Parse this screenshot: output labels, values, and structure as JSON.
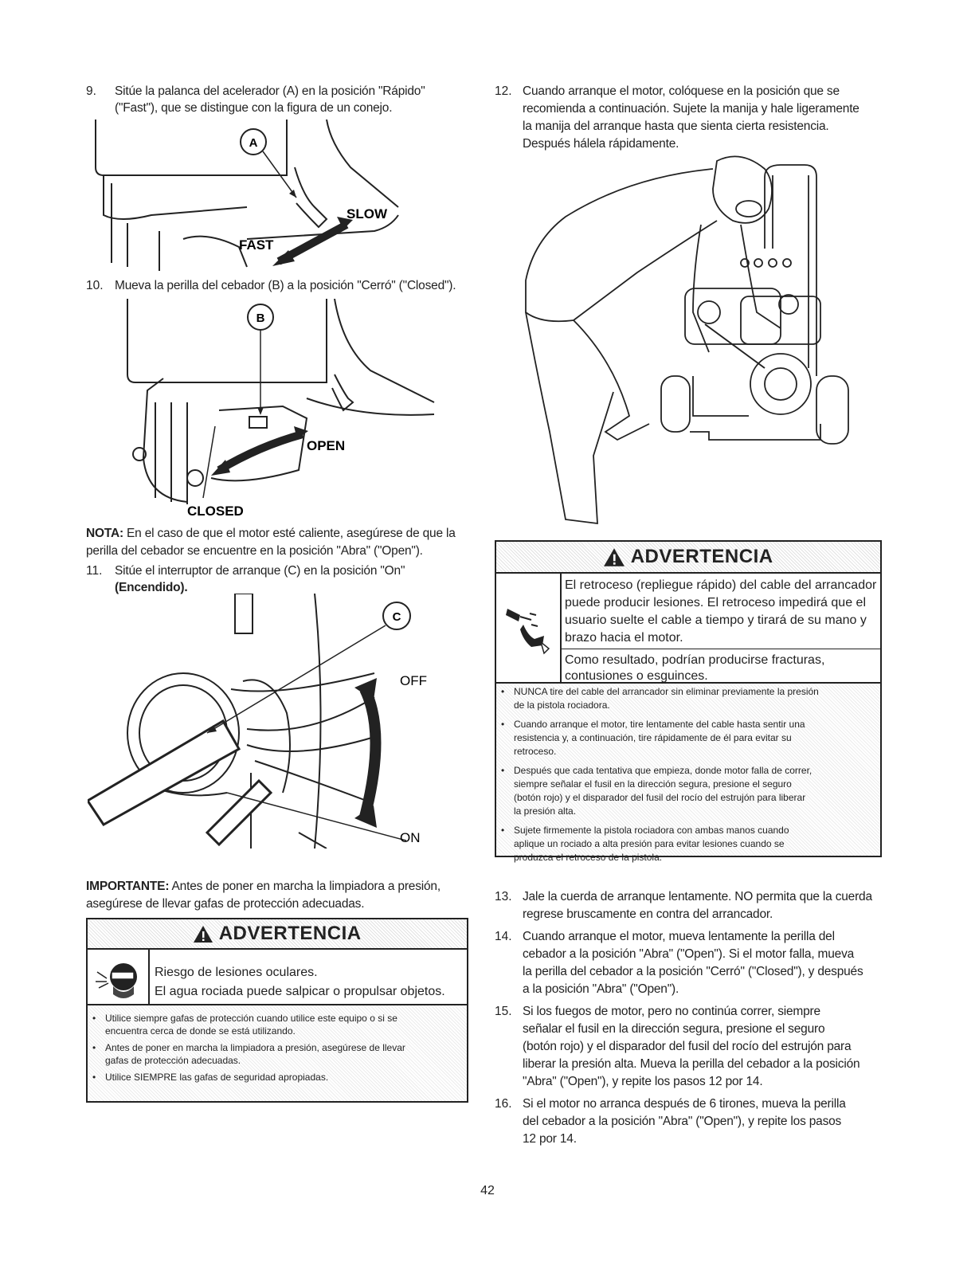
{
  "left": {
    "step9": {
      "num": "9.",
      "l1": "Sitúe la palanca del acelerador (A) en la posición \"Rápido\"",
      "l2": "(\"Fast\"), que se distingue con la figura de un conejo."
    },
    "fig_a": {
      "callout": "A",
      "slow": "SLOW",
      "fast": "FAST"
    },
    "step10": {
      "num": "10.",
      "l1": "Mueva la perilla del cebador (B) a la posición \"Cerró\" (\"Closed\")."
    },
    "fig_b": {
      "callout": "B",
      "open": "OPEN",
      "closed": "CLOSED"
    },
    "nota": {
      "label": "NOTA:",
      "l1": " En el caso de que el motor esté caliente, asegúrese de que la",
      "l2": "perilla del cebador se encuentre en la posición \"Abra\" (\"Open\")."
    },
    "step11": {
      "num": "11.",
      "l1": "Sitúe el interruptor de arranque (C) en la posición \"On\"",
      "l2": "(Encendido)."
    },
    "fig_c": {
      "callout": "C",
      "off": "OFF",
      "on": "ON"
    },
    "importante": {
      "label": "IMPORTANTE:",
      "l1": " Antes de poner en marcha la limpiadora a presión,",
      "l2": "asegúrese de llevar gafas de protección adecuadas."
    },
    "warning": {
      "title": "ADVERTENCIA",
      "icon": "eye-protection-icon",
      "lines": [
        "Riesgo de lesiones oculares.",
        "El agua rociada puede salpicar o propulsar objetos."
      ],
      "bullets": [
        [
          "Utilice siempre gafas de protección cuando utilice este equipo o si se",
          "encuentra cerca de donde se está utilizando."
        ],
        [
          "Antes de poner en marcha la limpiadora a presión, asegúrese de llevar",
          "gafas de protección adecuadas."
        ],
        [
          "Utilice SIEMPRE las gafas de seguridad apropiadas."
        ]
      ]
    }
  },
  "right": {
    "step12": {
      "num": "12.",
      "lines": [
        "Cuando arranque el motor, colóquese en la posición que se",
        "recomienda a continuación. Sujete la manija y hale ligeramente",
        "la manija del arranque hasta que sienta cierta resistencia.",
        "Después hálela rápidamente."
      ]
    },
    "warning": {
      "title": "ADVERTENCIA",
      "icon": "recoil-hazard-icon",
      "p1": [
        "El retroceso (repliegue rápido) del cable del arrancador",
        "puede producir lesiones. El retroceso impedirá que el",
        "usuario suelte el cable a tiempo y tirará de su mano y",
        "brazo hacia el motor."
      ],
      "p2": [
        "Como resultado, podrían producirse fracturas,",
        "contusiones o esguinces."
      ],
      "bullets": [
        [
          "NUNCA tire del cable del arrancador sin eliminar previamente la presión",
          "de la pistola rociadora."
        ],
        [
          "Cuando arranque el motor, tire lentamente del cable hasta sentir una",
          "resistencia y, a continuación, tire rápidamente de él para evitar su",
          "retroceso."
        ],
        [
          "Después que cada tentativa que empieza, donde motor falla de correr,",
          "siempre señalar el fusil en la dirección segura, presione el seguro",
          "(botón rojo) y el disparador del fusil del rocío del estrujón para liberar",
          "la presión alta."
        ],
        [
          "Sujete firmemente la pistola rociadora con ambas manos cuando",
          "aplique un rociado a alta presión para evitar lesiones cuando se",
          "produzca el retroceso de la pistola."
        ]
      ]
    },
    "step13": {
      "num": "13.",
      "lines": [
        "Jale la cuerda de arranque lentamente. NO permita que la cuerda",
        "regrese bruscamente en contra del arrancador."
      ]
    },
    "step14": {
      "num": "14.",
      "lines": [
        "Cuando arranque el motor, mueva lentamente la perilla del",
        "cebador a la posición \"Abra\" (\"Open\"). Si el motor falla, mueva",
        "la perilla del cebador a la posición \"Cerró\" (\"Closed\"), y después",
        "a la posición \"Abra\" (\"Open\")."
      ]
    },
    "step15": {
      "num": "15.",
      "lines": [
        "Si los fuegos de motor, pero no continúa correr, siempre",
        "señalar el fusil en la dirección segura, presione el seguro",
        "(botón rojo) y el disparador del fusil del rocío del estrujón para",
        "liberar la presión alta. Mueva la perilla del cebador a la posición",
        "\"Abra\" (\"Open\"), y repite los pasos 12 por 14."
      ]
    },
    "step16": {
      "num": "16.",
      "lines": [
        "Si el motor no arranca después de 6 tirones, mueva la perilla",
        "del cebador a la posición \"Abra\" (\"Open\"), y repite los pasos",
        "12 por 14."
      ]
    }
  },
  "page_number": "42"
}
